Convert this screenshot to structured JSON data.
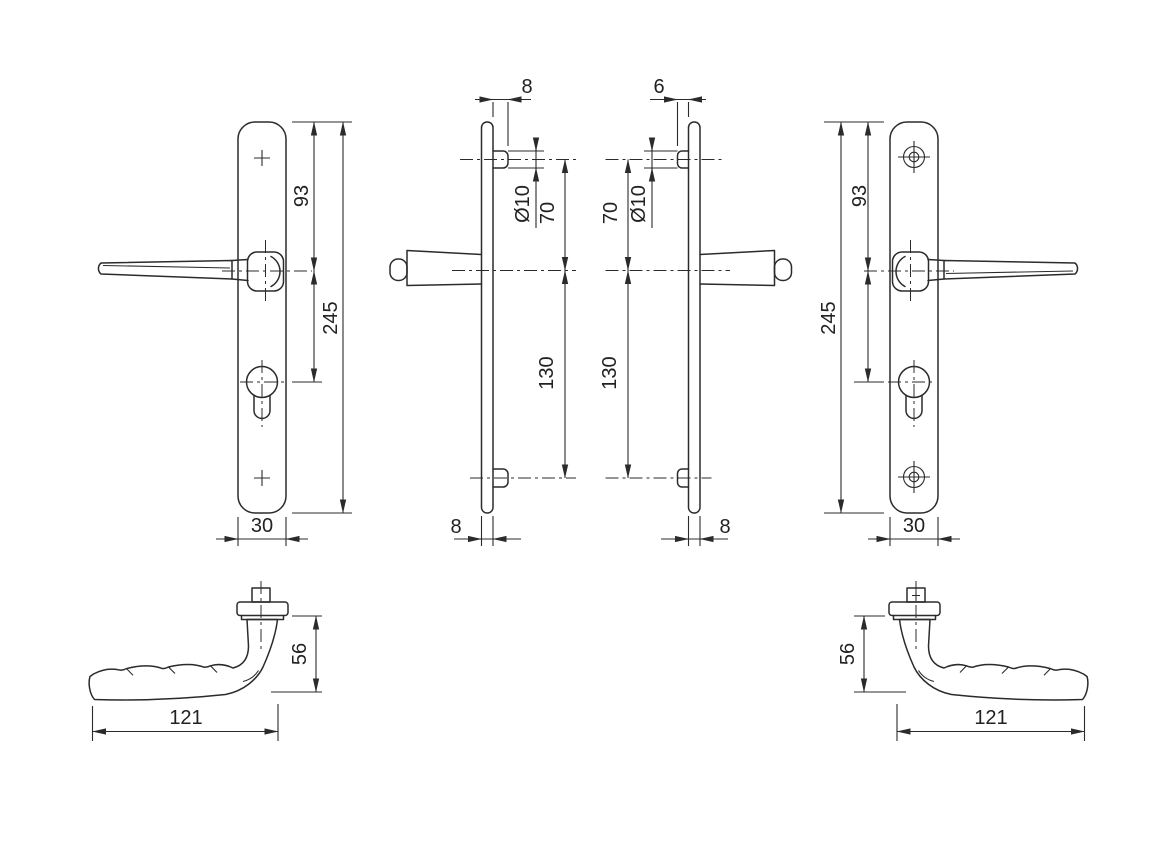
{
  "drawing": {
    "front_left": {
      "top_to_handle": "93",
      "total_height": "245",
      "plate_width": "30"
    },
    "side_left": {
      "boss_protrusion_top": "8",
      "boss_diameter": "Ø10",
      "boss_to_handle": "70",
      "handle_to_lower_boss": "130",
      "plate_thickness_bottom": "8"
    },
    "side_right": {
      "boss_protrusion_top": "6",
      "boss_diameter": "Ø10",
      "boss_to_handle": "70",
      "handle_to_lower_boss": "130",
      "plate_thickness_bottom": "8"
    },
    "front_right": {
      "top_to_handle": "93",
      "total_height": "245",
      "plate_width": "30"
    },
    "profile_left": {
      "handle_height": "56",
      "handle_length": "121"
    },
    "profile_right": {
      "handle_height": "56",
      "handle_length": "121"
    }
  },
  "colors": {
    "line": "#2b2b2b",
    "background": "#ffffff"
  }
}
